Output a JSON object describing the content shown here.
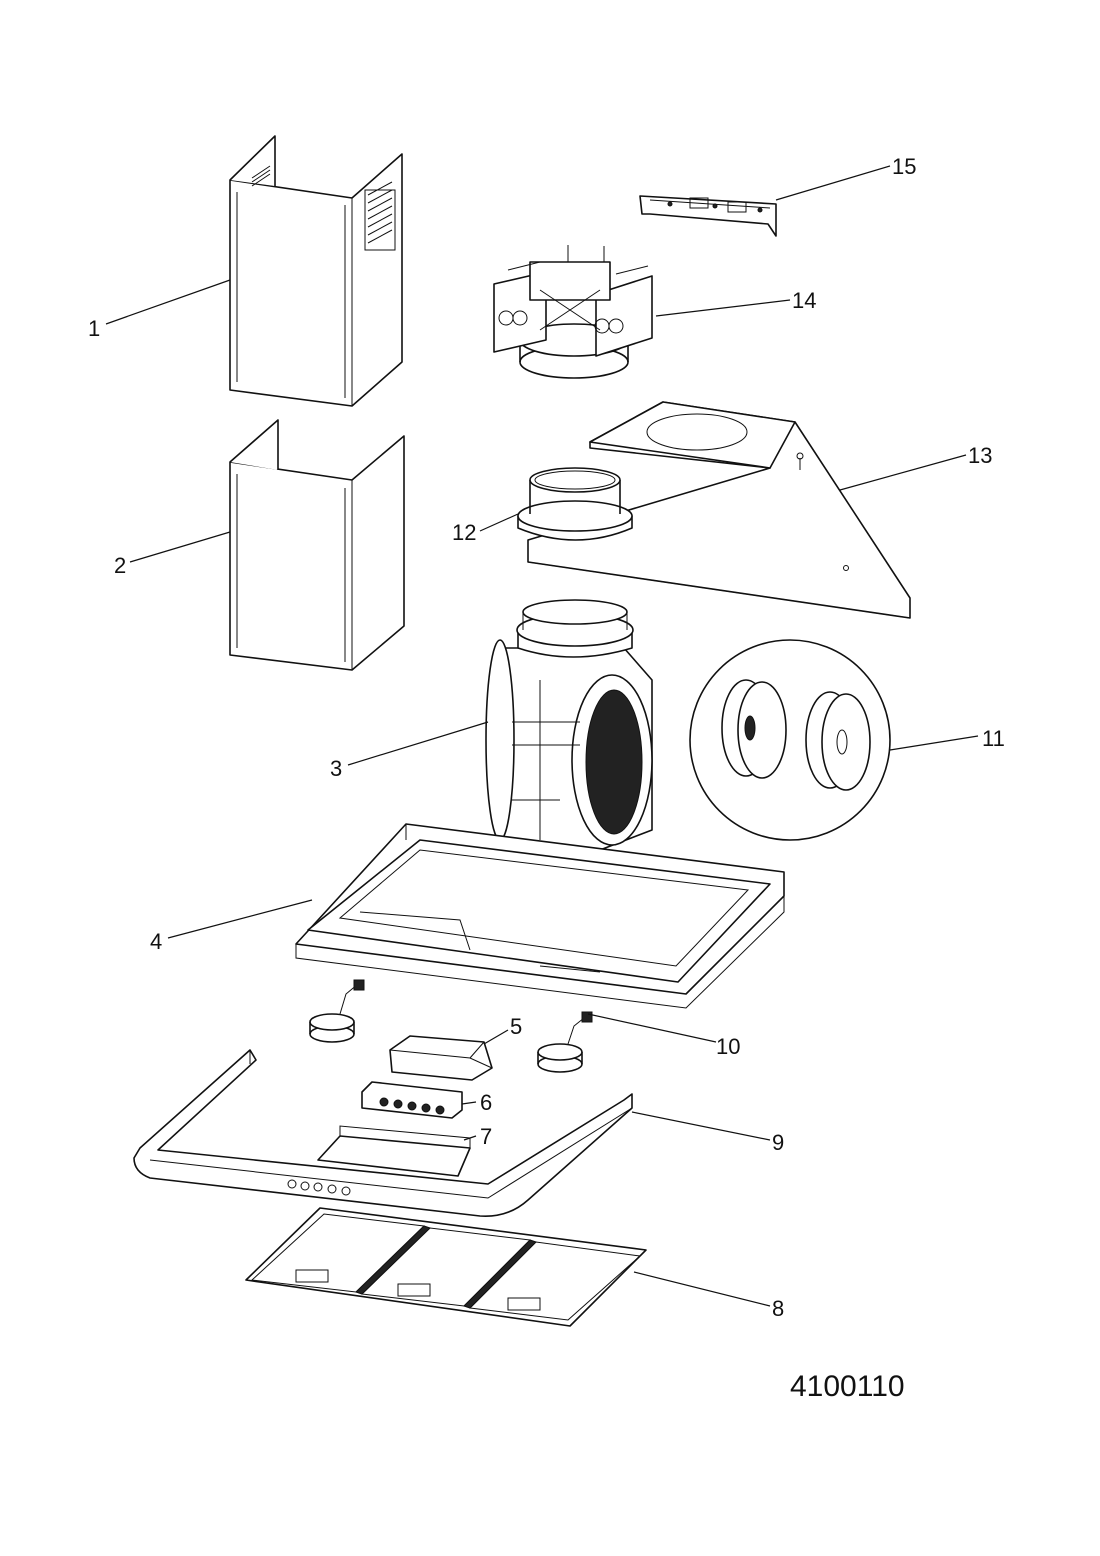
{
  "callouts": {
    "p1": "1",
    "p2": "2",
    "p3": "3",
    "p4": "4",
    "p5": "5",
    "p6": "6",
    "p7": "7",
    "p8": "8",
    "p9": "9",
    "p10": "10",
    "p11": "11",
    "p12": "12",
    "p13": "13",
    "p14": "14",
    "p15": "15"
  },
  "drawing_code": "4100110"
}
